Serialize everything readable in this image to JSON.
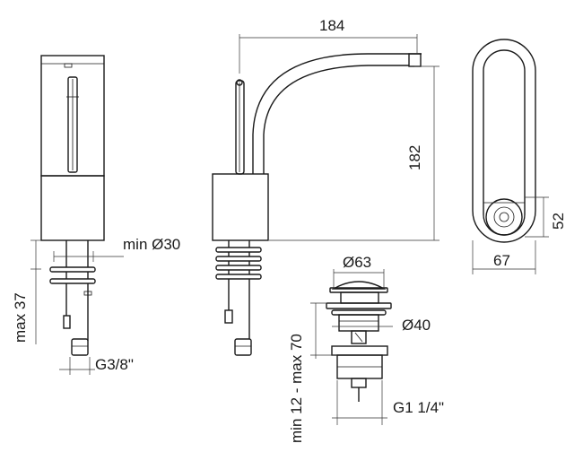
{
  "dimensions": {
    "length_184": "184",
    "height_182": "182",
    "min_dia_30": "min Ø30",
    "max_37": "max 37",
    "thread_g38": "G3/8\"",
    "dia_63": "Ø63",
    "dia_40": "Ø40",
    "range_12_70": "min 12 - max 70",
    "thread_g114": "G1 1/4\"",
    "width_52": "52",
    "width_67": "67"
  },
  "colors": {
    "line": "#1a1a1a",
    "background": "#ffffff"
  }
}
